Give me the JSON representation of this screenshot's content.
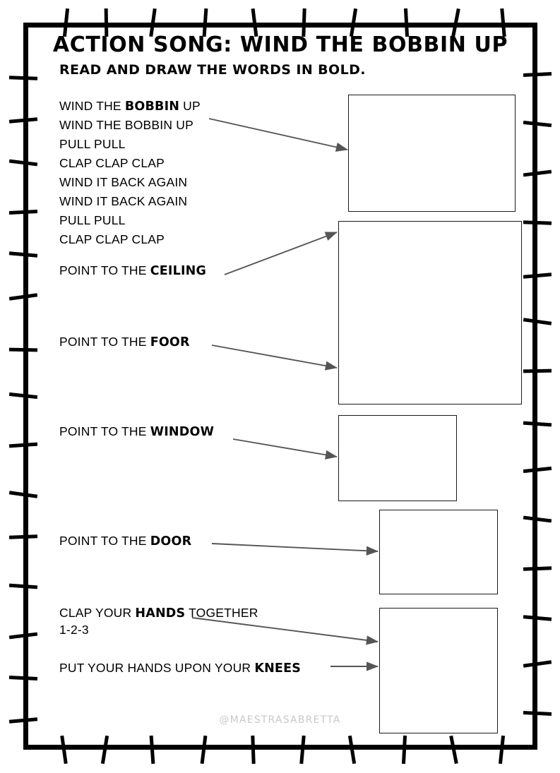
{
  "header": {
    "title": "ACTION SONG: WIND THE BOBBIN UP",
    "subtitle": "READ AND DRAW THE WORDS IN BOLD."
  },
  "lyrics": [
    {
      "pre": "WIND THE ",
      "bold": "BOBBIN",
      "post": " UP"
    },
    {
      "pre": "WIND THE BOBBIN UP",
      "bold": "",
      "post": ""
    },
    {
      "pre": "PULL PULL",
      "bold": "",
      "post": ""
    },
    {
      "pre": "CLAP CLAP CLAP",
      "bold": "",
      "post": ""
    },
    {
      "pre": "WIND IT BACK AGAIN",
      "bold": "",
      "post": ""
    },
    {
      "pre": "WIND IT BACK AGAIN",
      "bold": "",
      "post": ""
    },
    {
      "pre": "PULL PULL",
      "bold": "",
      "post": ""
    },
    {
      "pre": "CLAP CLAP CLAP",
      "bold": "",
      "post": ""
    }
  ],
  "prompts": [
    {
      "pre": "POINT TO THE ",
      "bold": "CEILING",
      "post": ""
    },
    {
      "pre": "POINT TO THE ",
      "bold": "FOOR",
      "post": ""
    },
    {
      "pre": "POINT TO THE ",
      "bold": "WINDOW",
      "post": ""
    },
    {
      "pre": "POINT TO THE ",
      "bold": "DOOR",
      "post": ""
    },
    {
      "pre": "CLAP YOUR ",
      "bold": "HANDS",
      "post": " TOGETHER"
    },
    {
      "pre": "1-2-3",
      "bold": "",
      "post": ""
    },
    {
      "pre": "PUT YOUR HANDS UPON YOUR ",
      "bold": "KNEES",
      "post": ""
    }
  ],
  "boxes": [
    {
      "name": "drawing-box-bobbin"
    },
    {
      "name": "drawing-box-ceiling-floor"
    },
    {
      "name": "drawing-box-window"
    },
    {
      "name": "drawing-box-door"
    },
    {
      "name": "drawing-box-hands-knees"
    }
  ],
  "watermark": "@MAESTRASABRETTA",
  "colors": {
    "ink": "#000000",
    "box_border": "#1a1a1a",
    "arrow": "#555555",
    "watermark": "#c9c9c9"
  }
}
